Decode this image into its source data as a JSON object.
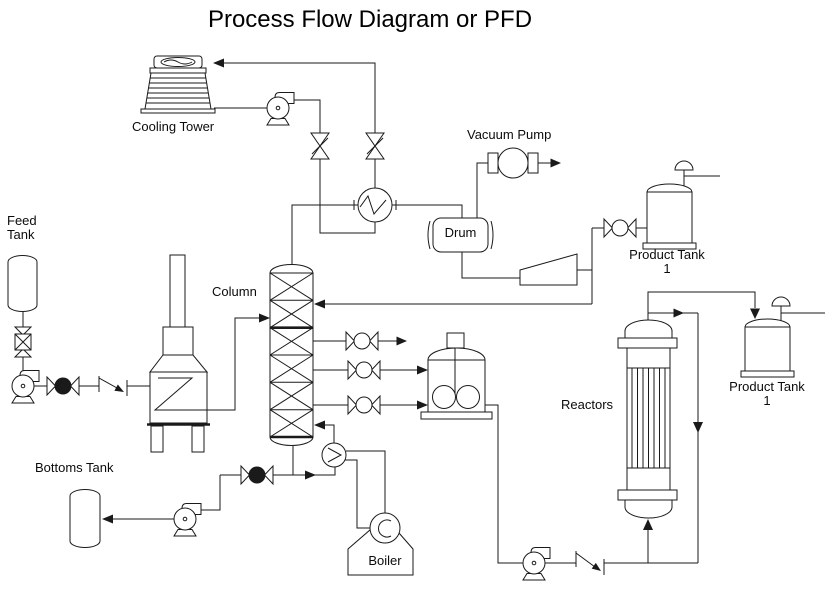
{
  "title": "Process Flow Diagram or PFD",
  "labels": {
    "cooling_tower": "Cooling Tower",
    "vacuum_pump": "Vacuum Pump",
    "feed_tank": "Feed Tank",
    "column": "Column",
    "drum": "Drum",
    "product_tank_1": "Product Tank 1",
    "product_tank_2": "Product Tank 1",
    "bottoms_tank": "Bottoms Tank",
    "reactors": "Reactors",
    "boiler": "Boiler"
  },
  "colors": {
    "line": "#1a1a1a",
    "text": "#0b0b0b",
    "background": "#ffffff"
  }
}
